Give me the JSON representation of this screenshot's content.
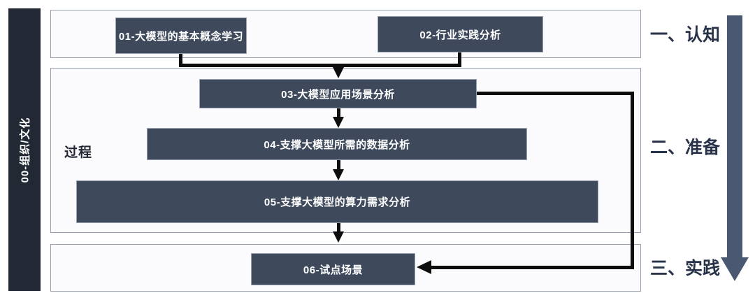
{
  "sidebar": {
    "label": "00-组织/文化"
  },
  "process_label": "过程",
  "stages": [
    {
      "label": "一、认知"
    },
    {
      "label": "二、准备"
    },
    {
      "label": "三、实践"
    }
  ],
  "nodes": [
    {
      "id": "01",
      "label": "01-大模型的基本概念学习"
    },
    {
      "id": "02",
      "label": "02-行业实践分析"
    },
    {
      "id": "03",
      "label": "03-大模型应用场景分析"
    },
    {
      "id": "04",
      "label": "04-支撑大模型所需的数据分析"
    },
    {
      "id": "05",
      "label": "05-支撑大模型的算力需求分析"
    },
    {
      "id": "06",
      "label": "06-试点场景"
    }
  ],
  "edges": [
    {
      "from": "01",
      "to": "03"
    },
    {
      "from": "02",
      "to": "03"
    },
    {
      "from": "03",
      "to": "04"
    },
    {
      "from": "04",
      "to": "05"
    },
    {
      "from": "05",
      "to": "06"
    },
    {
      "from": "03",
      "to": "06"
    }
  ],
  "colors": {
    "node_fill": "#3e4a5c",
    "sidebar_fill": "#222935",
    "timeline_arrow": "#4a5971",
    "connector": "#0d0d0d",
    "stage_text": "#28334a",
    "section_border": "#99a1b0"
  }
}
